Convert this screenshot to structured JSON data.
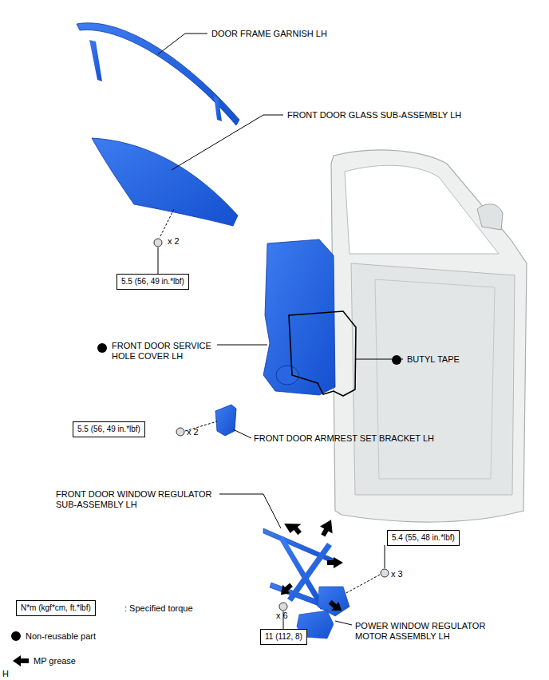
{
  "diagram": {
    "nodes": [
      {
        "text": [
          "5.5 (56, 49 in.*lbf)"
        ]
      },
      {
        "text": [
          "5.5 (56, 49 in.*lbf)"
        ]
      },
      {
        "text": [
          "5.4 (55, 48 in.*lbf)"
        ]
      },
      {
        "text": [
          "11 (112, 8)"
        ]
      },
      {
        "text": [
          "N*m (kgf*cm, ft.*lbf)"
        ]
      }
    ],
    "labels": [
      "DOOR FRAME GARNISH LH",
      "FRONT DOOR GLASS SUB-ASSEMBLY LH",
      "x 2",
      "FRONT DOOR SERVICE HOLE COVER LH",
      "BUTYL TAPE",
      "x 2",
      "FRONT DOOR ARMREST SET BRACKET LH",
      "FRONT DOOR WINDOW REGULATOR SUB-ASSEMBLY LH",
      "x 3",
      "x 6",
      "POWER WINDOW REGULATOR MOTOR ASSEMBLY LH",
      "H"
    ],
    "legend": [
      {
        "text": ": Specified torque"
      },
      {
        "text": "Non-reusable part"
      },
      {
        "text": "MP grease"
      }
    ]
  }
}
